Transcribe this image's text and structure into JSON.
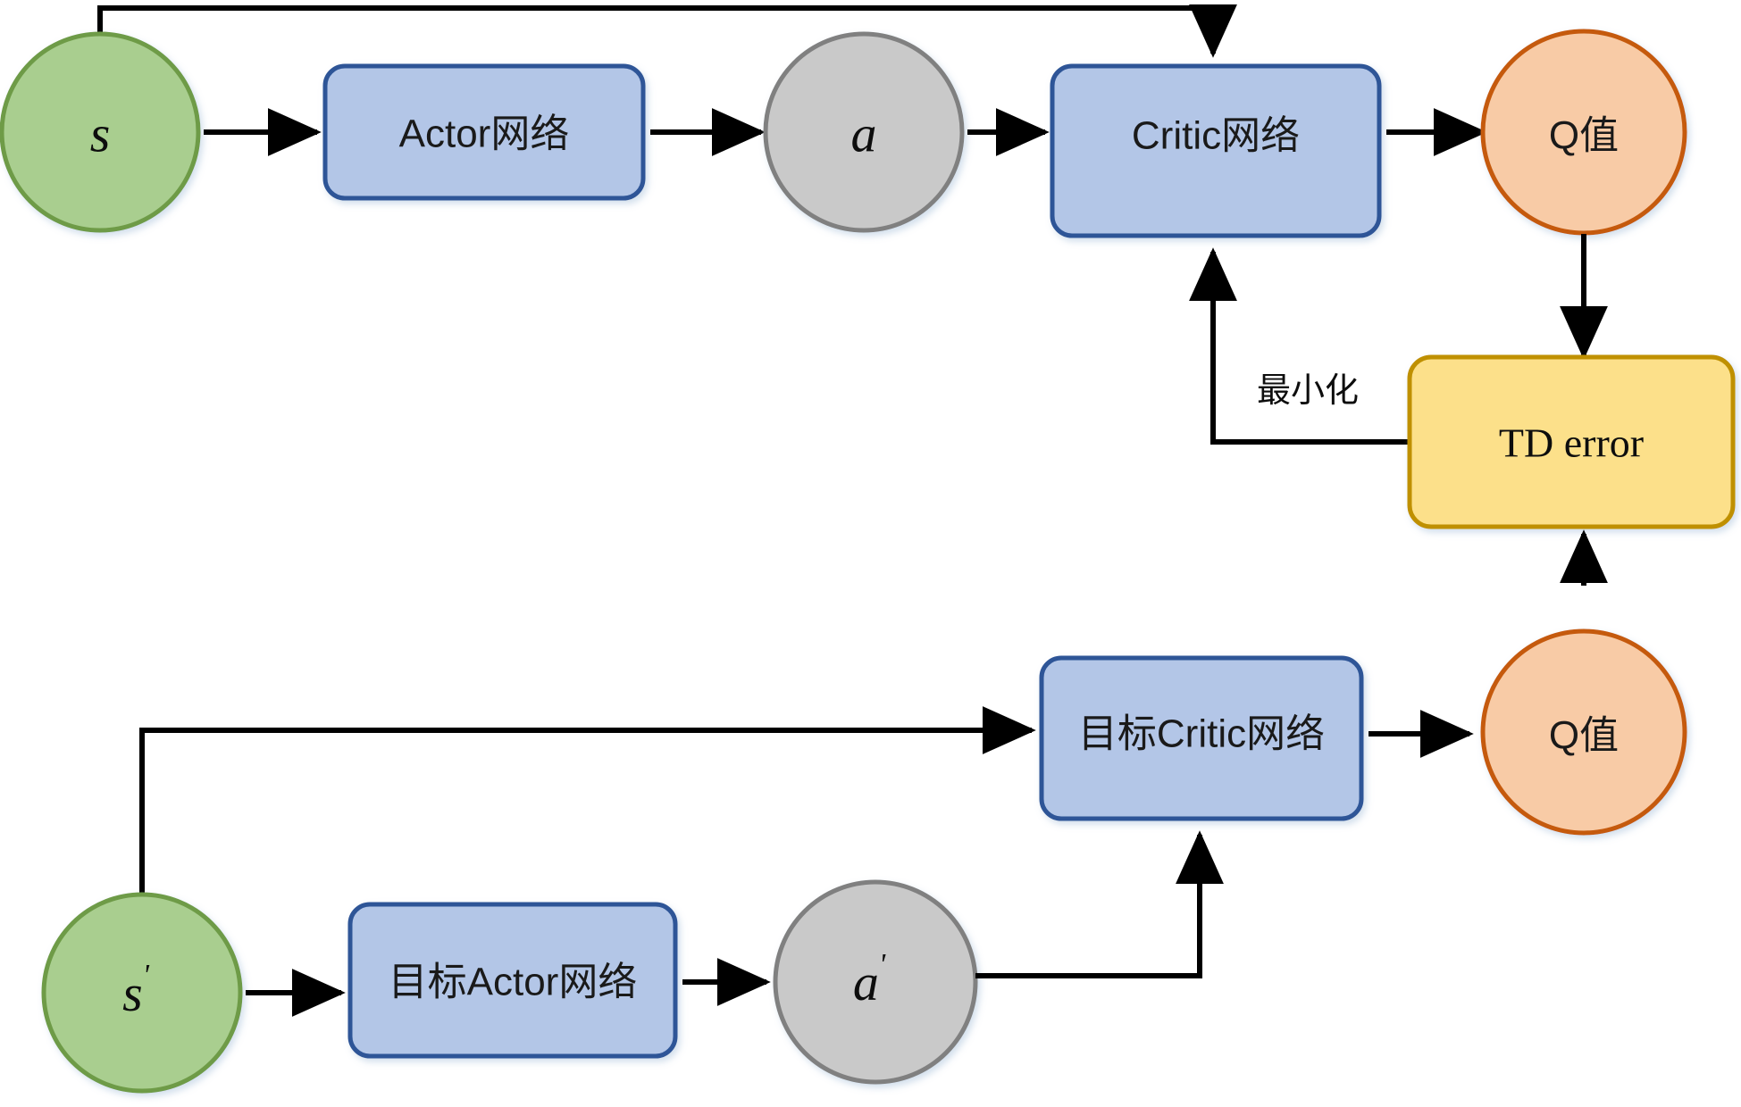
{
  "diagram": {
    "title": "Actor-Critic with target networks (DDPG) flow diagram",
    "colors": {
      "state_fill": "#A9CE8F",
      "state_stroke": "#6E9B47",
      "network_fill": "#B3C6E7",
      "network_stroke": "#2E5597",
      "action_fill": "#C9C9C9",
      "action_stroke": "#808080",
      "qvalue_fill": "#F8CBA6",
      "qvalue_stroke": "#C55A11",
      "tderror_fill": "#FCE08A",
      "tderror_stroke": "#BF9000",
      "arrow": "#000000",
      "background": "#FFFFFF"
    },
    "nodes": {
      "state": {
        "label": "s",
        "prime": "",
        "shape": "circle"
      },
      "actor_network": {
        "label": "Actor网络",
        "shape": "rounded-rect"
      },
      "action": {
        "label": "a",
        "prime": "",
        "shape": "circle"
      },
      "critic_network": {
        "label": "Critic网络",
        "shape": "rounded-rect"
      },
      "q_value_online": {
        "label": "Q值",
        "shape": "circle"
      },
      "td_error": {
        "label": "TD error",
        "shape": "rounded-rect"
      },
      "target_critic_network": {
        "label": "目标Critic网络",
        "shape": "rounded-rect"
      },
      "q_value_target": {
        "label": "Q值",
        "shape": "circle"
      },
      "next_state": {
        "label": "s",
        "prime": "'",
        "shape": "circle"
      },
      "target_actor_network": {
        "label": "目标Actor网络",
        "shape": "rounded-rect"
      },
      "next_action": {
        "label": "a",
        "prime": "'",
        "shape": "circle"
      }
    },
    "edges": {
      "minimize": {
        "label": "最小化"
      }
    },
    "edge_list": [
      {
        "from": "state",
        "to": "actor_network",
        "label": ""
      },
      {
        "from": "actor_network",
        "to": "action",
        "label": ""
      },
      {
        "from": "action",
        "to": "critic_network",
        "label": ""
      },
      {
        "from": "state",
        "to": "critic_network",
        "label": ""
      },
      {
        "from": "critic_network",
        "to": "q_value_online",
        "label": ""
      },
      {
        "from": "q_value_online",
        "to": "td_error",
        "label": ""
      },
      {
        "from": "td_error",
        "to": "critic_network",
        "label": "最小化"
      },
      {
        "from": "next_state",
        "to": "target_actor_network",
        "label": ""
      },
      {
        "from": "target_actor_network",
        "to": "next_action",
        "label": ""
      },
      {
        "from": "next_action",
        "to": "target_critic_network",
        "label": ""
      },
      {
        "from": "next_state",
        "to": "target_critic_network",
        "label": ""
      },
      {
        "from": "target_critic_network",
        "to": "q_value_target",
        "label": ""
      },
      {
        "from": "q_value_target",
        "to": "td_error",
        "label": ""
      }
    ]
  }
}
